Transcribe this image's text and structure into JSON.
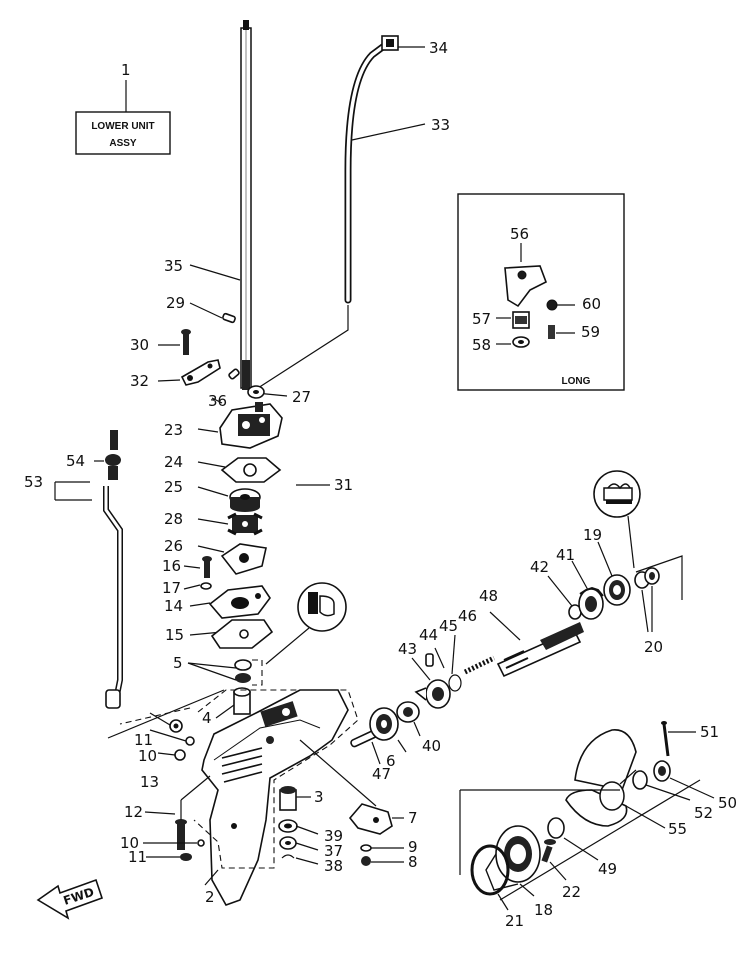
{
  "title_box": {
    "line1": "LOWER UNIT",
    "line2": "ASSY"
  },
  "inset": {
    "variant_label": "LONG"
  },
  "direction_label": "FWD",
  "callouts": {
    "c1": "1",
    "c2": "2",
    "c3": "3",
    "c4": "4",
    "c5": "5",
    "c6": "6",
    "c7": "7",
    "c8": "8",
    "c9": "9",
    "c10a": "10",
    "c10b": "10",
    "c11a": "11",
    "c11b": "11",
    "c12": "12",
    "c13": "13",
    "c14": "14",
    "c15": "15",
    "c16": "16",
    "c17": "17",
    "c18": "18",
    "c19": "19",
    "c20": "20",
    "c21": "21",
    "c22": "22",
    "c23": "23",
    "c24": "24",
    "c25": "25",
    "c26": "26",
    "c27": "27",
    "c28": "28",
    "c29": "29",
    "c30": "30",
    "c31": "31",
    "c32": "32",
    "c33": "33",
    "c34": "34",
    "c35": "35",
    "c36": "36",
    "c37": "37",
    "c38": "38",
    "c39": "39",
    "c40": "40",
    "c41": "41",
    "c42": "42",
    "c43": "43",
    "c44": "44",
    "c45": "45",
    "c46": "46",
    "c47": "47",
    "c48": "48",
    "c49": "49",
    "c50": "50",
    "c51": "51",
    "c52": "52",
    "c53": "53",
    "c54": "54",
    "c55": "55",
    "c56": "56",
    "c57": "57",
    "c58": "58",
    "c59": "59",
    "c60": "60"
  }
}
